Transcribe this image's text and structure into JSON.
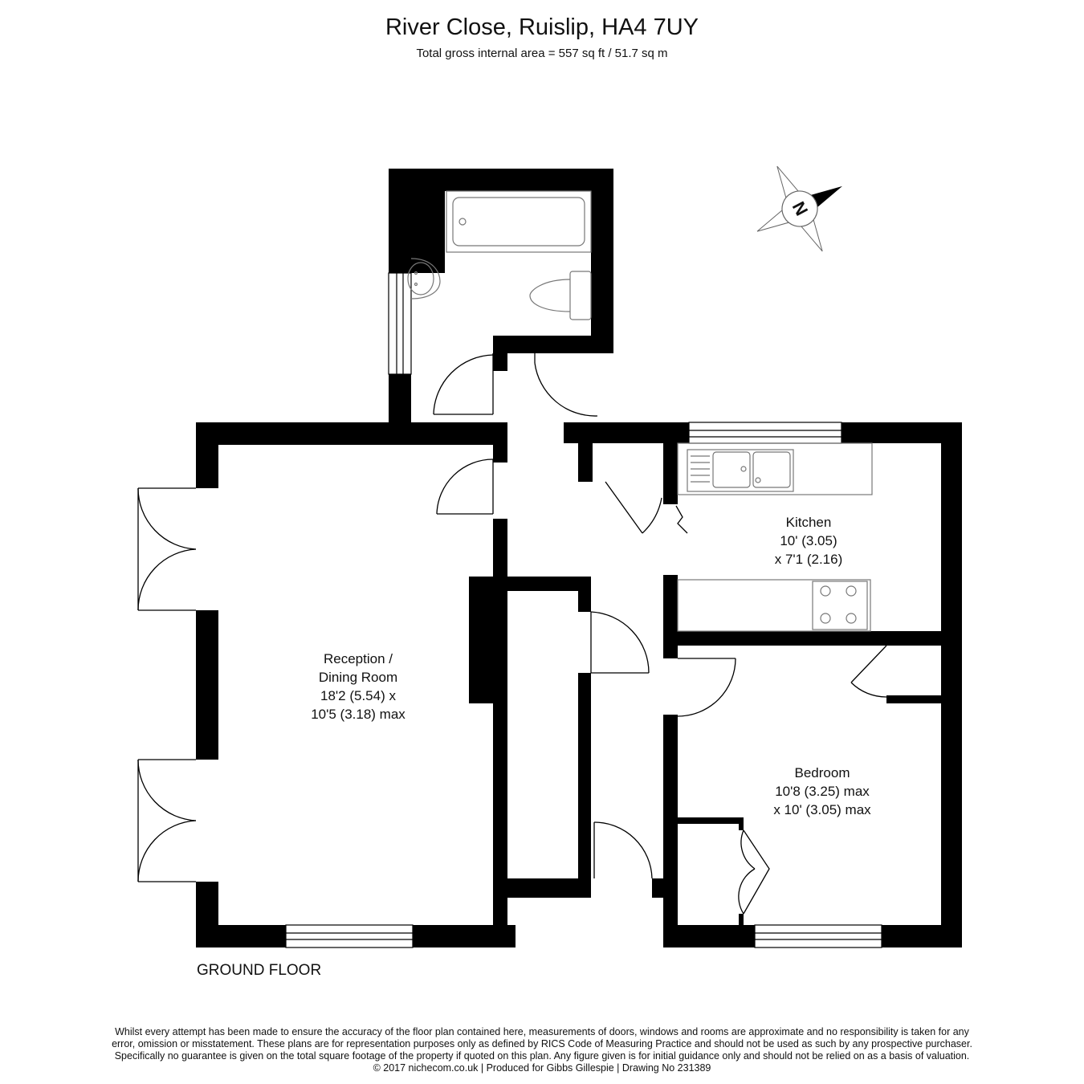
{
  "header": {
    "title": "River Close, Ruislip, HA4 7UY",
    "subtitle": "Total gross internal area = 557 sq ft / 51.7 sq m"
  },
  "compass": {
    "label": "N",
    "icon": "north-arrow-icon"
  },
  "rooms": {
    "reception": {
      "name": "Reception /",
      "name2": "Dining Room",
      "dim1": "18'2 (5.54) x",
      "dim2": "10'5 (3.18) max"
    },
    "kitchen": {
      "name": "Kitchen",
      "dim1": "10' (3.05)",
      "dim2": "x 7'1 (2.16)"
    },
    "bedroom": {
      "name": "Bedroom",
      "dim1": "10'8 (3.25) max",
      "dim2": "x 10' (3.05) max"
    }
  },
  "floor_label": "GROUND FLOOR",
  "disclaimer": {
    "line1": "Whilst every attempt has been made to ensure the accuracy of the floor plan contained here, measurements of doors, windows and rooms are approximate and no responsibility is taken for any",
    "line2": "error, omission or misstatement. These plans are for representation purposes only as defined by RICS Code of Measuring Practice and should not be used as such by any prospective purchaser.",
    "line3": "Specifically no guarantee is given on the total square footage of the property if quoted on this plan. Any figure given is for initial guidance only and should not be relied on as a basis of valuation.",
    "line4": "© 2017 nichecom.co.uk  |  Produced for Gibbs Gillespie  |  Drawing No 231389"
  },
  "colors": {
    "wall": "#000000",
    "fixture": "#888888",
    "background": "#ffffff"
  }
}
